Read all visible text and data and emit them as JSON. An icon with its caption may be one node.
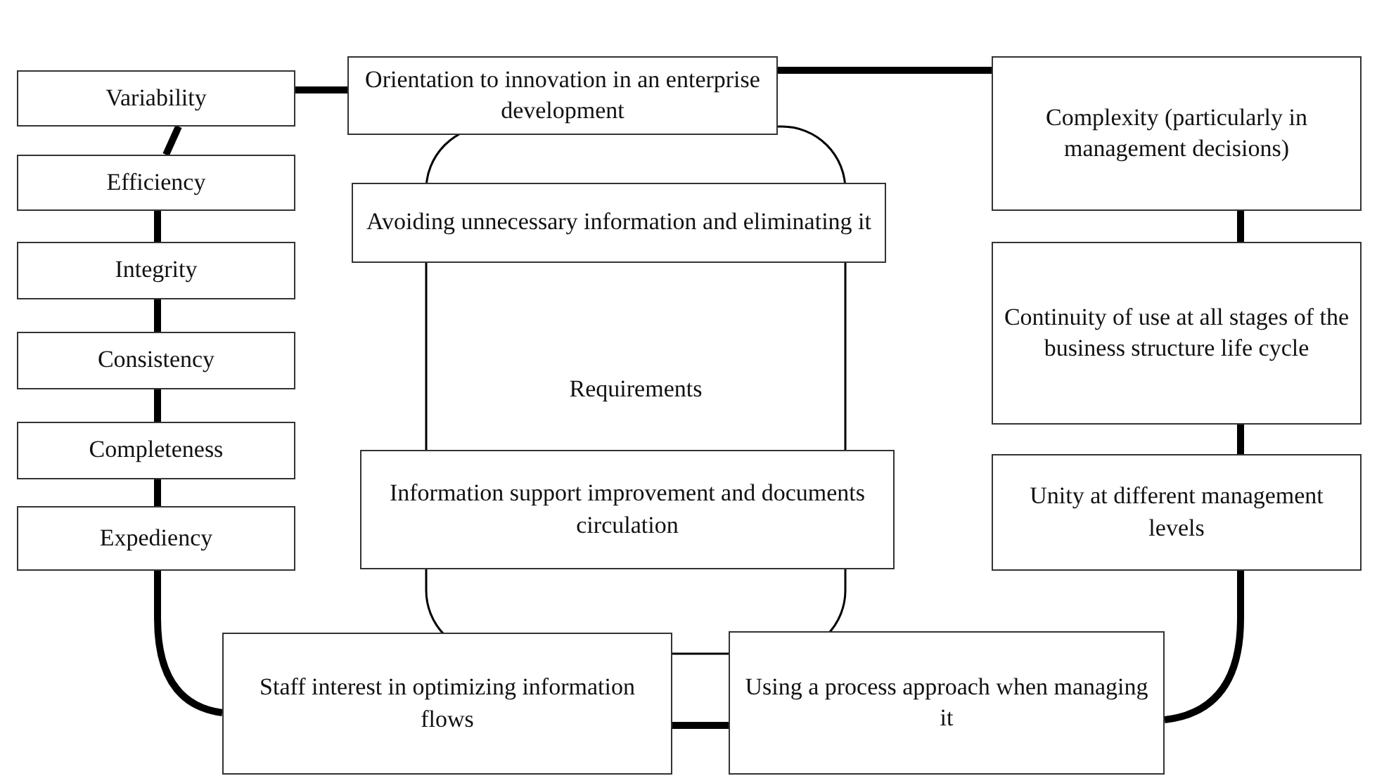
{
  "diagram": {
    "nodes": [
      {
        "text": [
          "Orientation to innovation in an enterprise development"
        ]
      },
      {
        "text": [
          "Variability"
        ]
      },
      {
        "text": [
          "Complexity (particularly in management decisions)"
        ]
      },
      {
        "text": [
          "Requirements"
        ]
      },
      {
        "text": [
          "Efficiency"
        ]
      },
      {
        "text": [
          "Avoiding unnecessary information and eliminating it"
        ]
      },
      {
        "text": [
          "Integrity"
        ]
      },
      {
        "text": [
          "Continuity of use at all stages of the business structure life cycle"
        ]
      },
      {
        "text": [
          "Consistency"
        ]
      },
      {
        "text": [
          "Completeness"
        ]
      },
      {
        "text": [
          "Information support  improvement and documents circulation"
        ]
      },
      {
        "text": [
          "Unity at different management levels"
        ]
      },
      {
        "text": [
          "Expediency"
        ]
      },
      {
        "text": [
          "Staff interest in optimizing information flows"
        ]
      },
      {
        "text": [
          "Using a process approach when managing it"
        ]
      }
    ],
    "edges": [
      {
        "from": 1,
        "to": 0,
        "arrow": "none"
      },
      {
        "from": 0,
        "to": 2,
        "arrow": "none"
      },
      {
        "from": 1,
        "to": 4,
        "arrow": "none"
      },
      {
        "from": 4,
        "to": 6,
        "arrow": "none"
      },
      {
        "from": 6,
        "to": 8,
        "arrow": "none"
      },
      {
        "from": 8,
        "to": 9,
        "arrow": "none"
      },
      {
        "from": 9,
        "to": 12,
        "arrow": "none"
      },
      {
        "from": 12,
        "to": 13,
        "arrow": "none"
      },
      {
        "from": 13,
        "to": 14,
        "arrow": "none"
      },
      {
        "from": 2,
        "to": 7,
        "arrow": "none"
      },
      {
        "from": 7,
        "to": 11,
        "arrow": "none"
      },
      {
        "from": 11,
        "to": 14,
        "arrow": "none"
      }
    ]
  }
}
